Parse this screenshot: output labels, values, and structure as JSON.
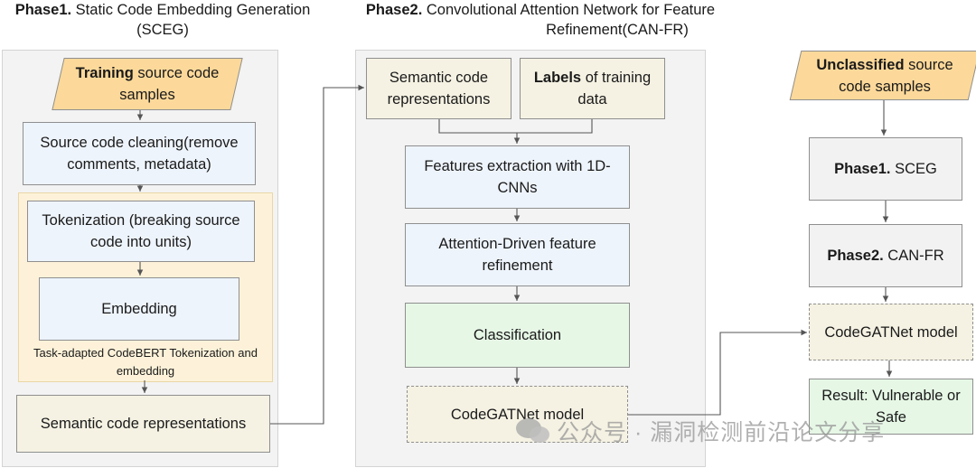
{
  "phase1": {
    "title_bold": "Phase1.",
    "title_rest_line1": " Static Code Embedding Generation",
    "title_line2": "(SCEG)",
    "training_bold": "Training",
    "training_rest": " source code",
    "training_line2": "samples",
    "cleaning": "Source code cleaning(remove comments, metadata)",
    "tokenization": "Tokenization (breaking source code into units)",
    "embedding": "Embedding",
    "group_caption": "Task-adapted CodeBERT Tokenization and embedding",
    "semantic": "Semantic code representations"
  },
  "phase2": {
    "title_bold": "Phase2.",
    "title_rest_line1": " Convolutional Attention Network for Feature",
    "title_line2": "Refinement(CAN-FR)",
    "semantic": "Semantic code representations",
    "labels_bold": "Labels",
    "labels_rest": " of training",
    "labels_line2": "data",
    "features": "Features extraction with 1D-CNNs",
    "attention": "Attention-Driven feature refinement",
    "classification": "Classification",
    "model": "CodeGATNet model"
  },
  "phase3": {
    "unclassified_bold": "Unclassified",
    "unclassified_rest": " source",
    "unclassified_line2": "code samples",
    "p1_bold": "Phase1.",
    "p1_rest": " SCEG",
    "p2_bold": "Phase2.",
    "p2_rest": " CAN-FR",
    "model": "CodeGATNet model",
    "result": "Result: Vulnerable or Safe"
  },
  "watermark": "公众号 · 漏洞检测前沿论文分享",
  "colors": {
    "training_parallelogram": "#fcd99a",
    "blue_box": "#eef4fc",
    "cream_box": "#f5f2e3",
    "green_box": "#e6f7e6",
    "panel": "#f3f3f3",
    "embedding_group": "#fdf2d9"
  }
}
